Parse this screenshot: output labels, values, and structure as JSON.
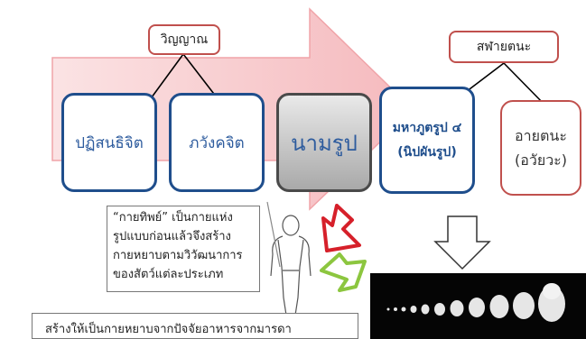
{
  "labels": {
    "vinnana": "วิญญาณ",
    "salayatana": "สฬายตนะ"
  },
  "nodes": {
    "patisandhi": "ปฏิสนธิจิต",
    "bhavanga": "ภวังคจิต",
    "namarupa": "นามรูป",
    "mahabhuta_line1": "มหาภูตรูป ๔",
    "mahabhuta_line2": "(นิปผันรูป)",
    "ayatana_line1": "อายตนะ",
    "ayatana_line2": "(อวัยวะ)"
  },
  "note_box": {
    "line1": "“กายทิพย์” เป็นกายแห่ง",
    "line2": "รูปแบบก่อนแล้วจึงสร้าง",
    "line3": "กายหยาบตามวิวัฒนาการ",
    "line4": "ของสัตว์แต่ละประเภท"
  },
  "bottom_note": "สร้างให้เป็นกายหยาบจากปัจจัยอาหารจากมารดา",
  "colors": {
    "arrow_fill": "#f7c7c9",
    "red_border": "#c0504d",
    "blue_border": "#1f4e8c",
    "green_arrow": "#8cc63f",
    "red_arrow": "#d6202a"
  },
  "icons": {
    "human_figure": "human-body-outline-icon",
    "embryo_sequence": "embryo-development-sequence-icon"
  }
}
